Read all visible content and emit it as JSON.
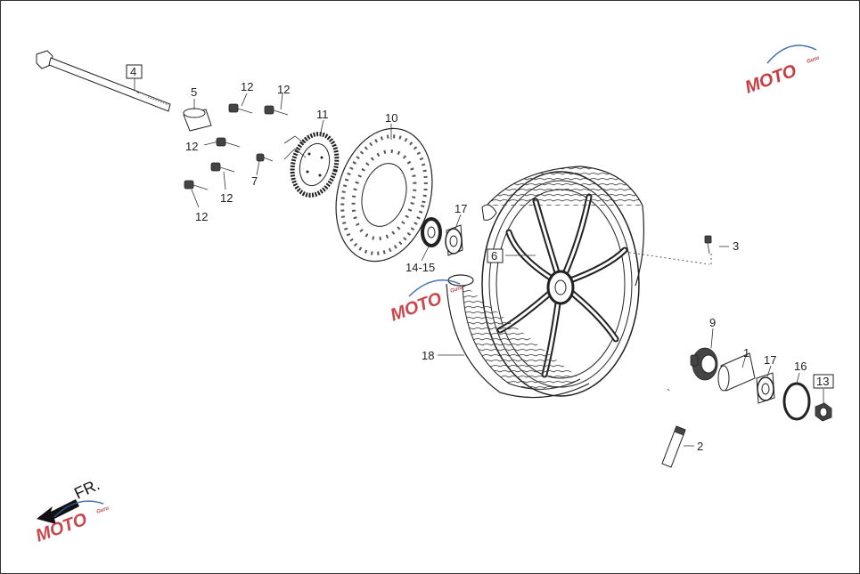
{
  "callouts": {
    "c1": "1",
    "c2": "2",
    "c3": "3",
    "c4": "4",
    "c5": "5",
    "c6": "6",
    "c7": "7",
    "c9": "9",
    "c10": "10",
    "c11": "11",
    "c12": "12",
    "c13": "13",
    "c1415": "14-15",
    "c16": "16",
    "c17": "17",
    "c18": "18"
  },
  "direction_label": "FR.",
  "watermark": {
    "text": "MOTO",
    "tagline": "Guru"
  },
  "colors": {
    "ink": "#222222",
    "watermark_red": "#c0282d",
    "watermark_blue": "#2d5fa8"
  }
}
